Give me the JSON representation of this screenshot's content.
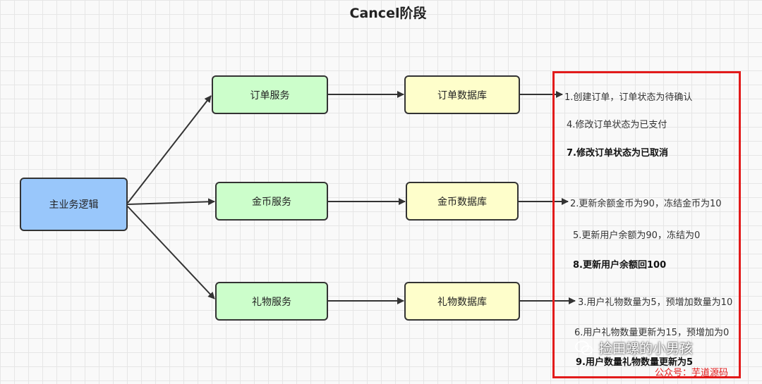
{
  "diagram": {
    "title": "Cancel阶段",
    "nodes": {
      "main": "主业务逻辑",
      "order_service": "订单服务",
      "coin_service": "金币服务",
      "gift_service": "礼物服务",
      "order_db": "订单数据库",
      "coin_db": "金币数据库",
      "gift_db": "礼物数据库"
    },
    "steps": [
      "1.创建订单，订单状态为待确认",
      "4.修改订单状态为已支付",
      "7.修改订单状态为已取消",
      "2.更新余额金币为90，冻结金币为10",
      "5.更新用户余额为90，冻结为0",
      "8.更新用户余额回100",
      "3.用户礼物数量为5，预增加数量为10",
      "6.用户礼物数量更新为15，预增加为0",
      "9.用户数量礼物数量更新为5"
    ],
    "highlight_color": "#e21b1b",
    "colors": {
      "main": "#99c7fb",
      "service": "#ccfecb",
      "database": "#fefecb"
    }
  },
  "watermark": {
    "label": "捡田螺的小男孩",
    "icon": "wechat-icon",
    "source": "公众号：芋道源码"
  }
}
